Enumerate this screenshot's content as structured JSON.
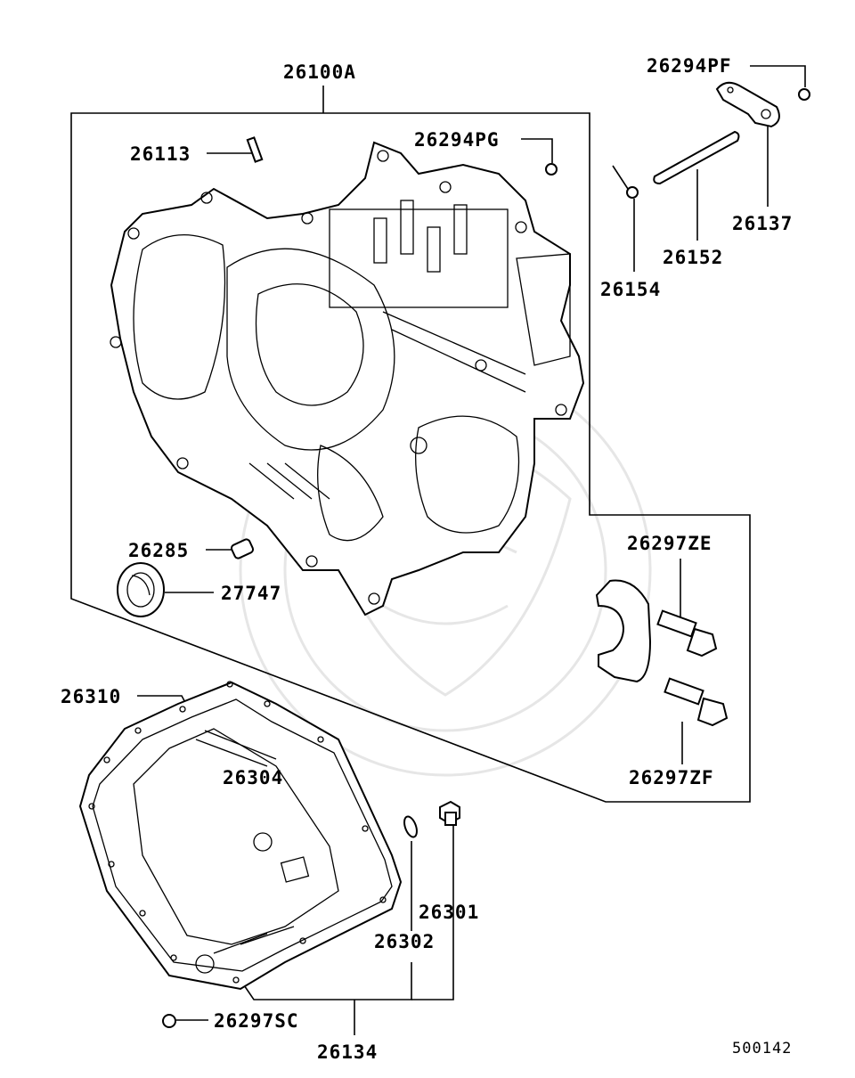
{
  "diagram": {
    "reference_code": "500142",
    "part_labels": [
      {
        "id": "26100A",
        "text": "26100A"
      },
      {
        "id": "26294PF",
        "text": "26294PF"
      },
      {
        "id": "26113",
        "text": "26113"
      },
      {
        "id": "26294PG",
        "text": "26294PG"
      },
      {
        "id": "26137",
        "text": "26137"
      },
      {
        "id": "26152",
        "text": "26152"
      },
      {
        "id": "26154",
        "text": "26154"
      },
      {
        "id": "26285",
        "text": "26285"
      },
      {
        "id": "27747",
        "text": "27747"
      },
      {
        "id": "26297ZE",
        "text": "26297ZE"
      },
      {
        "id": "26310",
        "text": "26310"
      },
      {
        "id": "26304",
        "text": "26304"
      },
      {
        "id": "26297ZF",
        "text": "26297ZF"
      },
      {
        "id": "26301",
        "text": "26301"
      },
      {
        "id": "26302",
        "text": "26302"
      },
      {
        "id": "26297SC",
        "text": "26297SC"
      },
      {
        "id": "26134",
        "text": "26134"
      }
    ]
  }
}
